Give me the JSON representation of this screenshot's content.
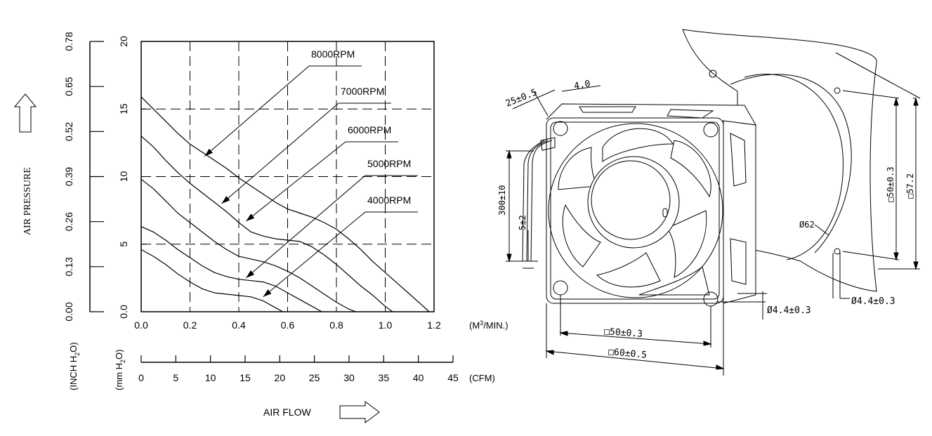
{
  "chart_data": {
    "type": "line",
    "xlabel": "AIR FLOW",
    "ylabel": "AIR PRESSURE",
    "x_unit": "(M³/MIN.)",
    "x_unit_base": "(M",
    "x_unit_sup": "3",
    "x_unit_tail": "/MIN.)",
    "y_unit_mm": "(mm H₂O)",
    "y_unit_mm_parts": [
      "(mm H",
      "2",
      "O)"
    ],
    "y_unit_inch": "(INCH H₂O)",
    "y_unit_inch_parts": [
      "(INCH H",
      "2",
      "O)"
    ],
    "cfm_unit": "(CFM)",
    "xlim": [
      0,
      1.2
    ],
    "ylim": [
      0,
      20
    ],
    "x_ticks": [
      "0.0",
      "0.2",
      "0.4",
      "0.6",
      "0.8",
      "1.0",
      "1.2"
    ],
    "x_tick_values": [
      0,
      0.2,
      0.4,
      0.6,
      0.8,
      1.0,
      1.2
    ],
    "y_ticks": [
      "0.0",
      "5",
      "10",
      "15",
      "20"
    ],
    "y_tick_values": [
      0,
      5,
      10,
      15,
      20
    ],
    "inch_ticks": [
      "0.00",
      "0.13",
      "0.26",
      "0.39",
      "0.52",
      "0.65",
      "0.78"
    ],
    "inch_tick_values": [
      0,
      0.13,
      0.26,
      0.39,
      0.52,
      0.65,
      0.78
    ],
    "cfm_ticks": [
      "0",
      "5",
      "10",
      "15",
      "20",
      "25",
      "30",
      "35",
      "40",
      "45"
    ],
    "cfm_tick_values": [
      0,
      5,
      10,
      15,
      20,
      25,
      30,
      35,
      40,
      45
    ],
    "grid": true,
    "series": [
      {
        "name": "8000RPM",
        "x": [
          0,
          0.05,
          0.1,
          0.15,
          0.2,
          0.25,
          0.3,
          0.35,
          0.4,
          0.45,
          0.5,
          0.55,
          0.6,
          0.65,
          0.7,
          0.75,
          0.8,
          0.85,
          0.9,
          0.95,
          1.0,
          1.05,
          1.1,
          1.15,
          1.18
        ],
        "y": [
          15.9,
          15.0,
          14.1,
          13.2,
          12.4,
          11.8,
          11.2,
          10.6,
          9.9,
          9.3,
          8.7,
          8.1,
          7.6,
          7.3,
          7.0,
          6.6,
          6.1,
          5.4,
          4.6,
          3.7,
          2.9,
          2.1,
          1.3,
          0.5,
          0
        ]
      },
      {
        "name": "7000RPM",
        "x": [
          0,
          0.05,
          0.1,
          0.15,
          0.2,
          0.25,
          0.3,
          0.35,
          0.4,
          0.45,
          0.5,
          0.55,
          0.6,
          0.65,
          0.7,
          0.75,
          0.8,
          0.85,
          0.9,
          0.95,
          1.0,
          1.03
        ],
        "y": [
          13.0,
          12.2,
          11.2,
          10.3,
          9.5,
          8.8,
          8.1,
          7.4,
          6.6,
          5.9,
          5.6,
          5.4,
          5.3,
          5.2,
          4.8,
          4.2,
          3.5,
          2.7,
          1.9,
          1.2,
          0.4,
          0
        ]
      },
      {
        "name": "6000RPM",
        "x": [
          0,
          0.05,
          0.1,
          0.15,
          0.2,
          0.25,
          0.3,
          0.35,
          0.4,
          0.45,
          0.5,
          0.55,
          0.6,
          0.65,
          0.7,
          0.75,
          0.8,
          0.85,
          0.88
        ],
        "y": [
          9.8,
          9.1,
          8.2,
          7.3,
          6.6,
          5.9,
          5.2,
          4.6,
          4.1,
          3.9,
          3.7,
          3.4,
          3.0,
          2.5,
          1.9,
          1.3,
          0.7,
          0.2,
          0
        ]
      },
      {
        "name": "5000RPM",
        "x": [
          0,
          0.05,
          0.1,
          0.15,
          0.2,
          0.25,
          0.3,
          0.35,
          0.4,
          0.45,
          0.5,
          0.55,
          0.6,
          0.65,
          0.7,
          0.74
        ],
        "y": [
          6.3,
          5.9,
          5.3,
          4.6,
          4.0,
          3.4,
          2.9,
          2.6,
          2.4,
          2.3,
          2.2,
          1.9,
          1.4,
          0.9,
          0.4,
          0
        ]
      },
      {
        "name": "4000RPM",
        "x": [
          0,
          0.05,
          0.1,
          0.15,
          0.2,
          0.25,
          0.3,
          0.35,
          0.4,
          0.45,
          0.5,
          0.55,
          0.58
        ],
        "y": [
          4.6,
          4.1,
          3.5,
          2.8,
          2.2,
          1.7,
          1.4,
          1.3,
          1.2,
          1.1,
          0.8,
          0.3,
          0
        ]
      }
    ],
    "annotations": [
      {
        "text": "8000RPM",
        "point": [
          0.26,
          11.5
        ]
      },
      {
        "text": "7000RPM",
        "point": [
          0.33,
          8.0
        ]
      },
      {
        "text": "6000RPM",
        "point": [
          0.43,
          6.7
        ]
      },
      {
        "text": "5000RPM",
        "point": [
          0.43,
          2.5
        ]
      },
      {
        "text": "4000RPM",
        "point": [
          0.5,
          1.1
        ]
      }
    ]
  },
  "drawing": {
    "dimensions": {
      "depth": "25±0.5",
      "flange": "4.0",
      "lead_length": "300±10",
      "lead_strip": "5±2",
      "hole_spacing_side": "□50±0.3",
      "outer_size_side": "□57.2",
      "guard_diameter": "Ø62",
      "hole_diameter_fan": "Ø4.4±0.3",
      "hole_diameter_guard": "Ø4.4±0.3",
      "hole_spacing_front": "□50±0.3",
      "outer_size_front": "□60±0.5"
    }
  }
}
